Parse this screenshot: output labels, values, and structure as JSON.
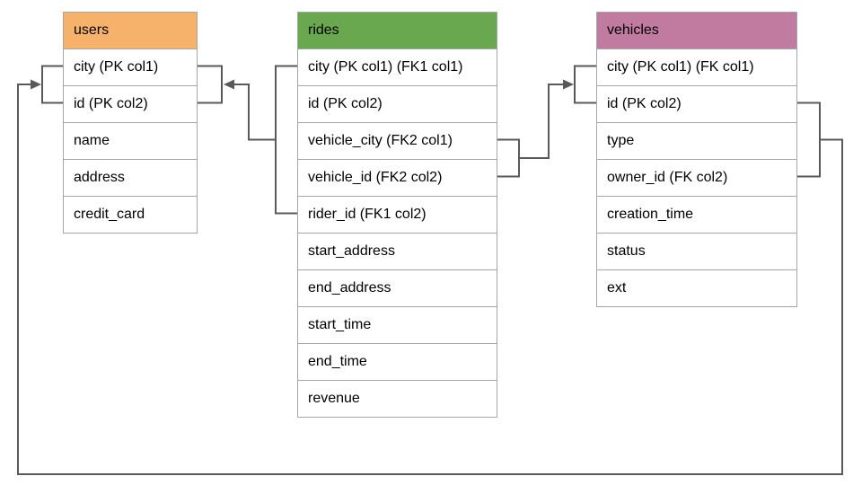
{
  "page": {
    "background": "#ffffff"
  },
  "diagram": {
    "colors": {
      "line": "#595959",
      "cell_border": "#a6a6a6",
      "text": "#000000"
    },
    "tables": {
      "users": {
        "title": "users",
        "header_color": "#f6b26b",
        "rows": [
          "city (PK col1)",
          "id (PK col2)",
          "name",
          "address",
          "credit_card"
        ]
      },
      "rides": {
        "title": "rides",
        "header_color": "#6aa84f",
        "rows": [
          "city (PK col1) (FK1 col1)",
          "id (PK col2)",
          "vehicle_city (FK2 col1)",
          "vehicle_id (FK2 col2)",
          "rider_id (FK1 col2)",
          "start_address",
          "end_address",
          "start_time",
          "end_time",
          "revenue"
        ]
      },
      "vehicles": {
        "title": "vehicles",
        "header_color": "#c27ba0",
        "rows": [
          "city (PK col1) (FK col1)",
          "id (PK col2)",
          "type",
          "owner_id (FK col2)",
          "creation_time",
          "status",
          "ext"
        ]
      }
    },
    "relationships": [
      {
        "name": "rides-fk1-users",
        "description": "rides (city, rider_id) FK1 references users (city, id)"
      },
      {
        "name": "rides-fk2-vehicles",
        "description": "rides (vehicle_city, vehicle_id) FK2 references vehicles (city, id)"
      },
      {
        "name": "vehicles-fk-users",
        "description": "vehicles (city, owner_id) FK references users (city, id)"
      }
    ]
  }
}
